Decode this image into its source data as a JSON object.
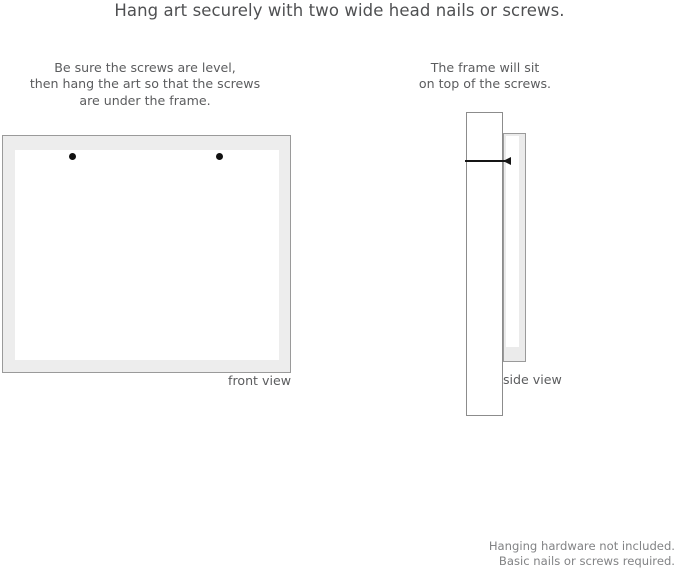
{
  "title": "Hang art securely with two wide head nails or screws.",
  "captions": {
    "left": {
      "line1": "Be sure the screws are level,",
      "line2": "then hang the art so that the screws",
      "line3": "are under the frame."
    },
    "right": {
      "line1": "The frame will sit",
      "line2": "on top of the screws."
    }
  },
  "front_view": {
    "label": "front view",
    "frame_color": "#ededed",
    "frame_border_color": "#9a9a9a",
    "mat_color": "#ffffff",
    "screw_color": "#111111",
    "screw_count": 2
  },
  "side_view": {
    "label": "side view",
    "wall_color": "#ffffff",
    "wall_border_color": "#8c8c8c",
    "frame_color": "#ebebeb",
    "frame_border_color": "#9a9a9a",
    "nail_color": "#151515"
  },
  "footer": {
    "line1": "Hanging hardware not included.",
    "line2": "Basic nails or screws required."
  }
}
